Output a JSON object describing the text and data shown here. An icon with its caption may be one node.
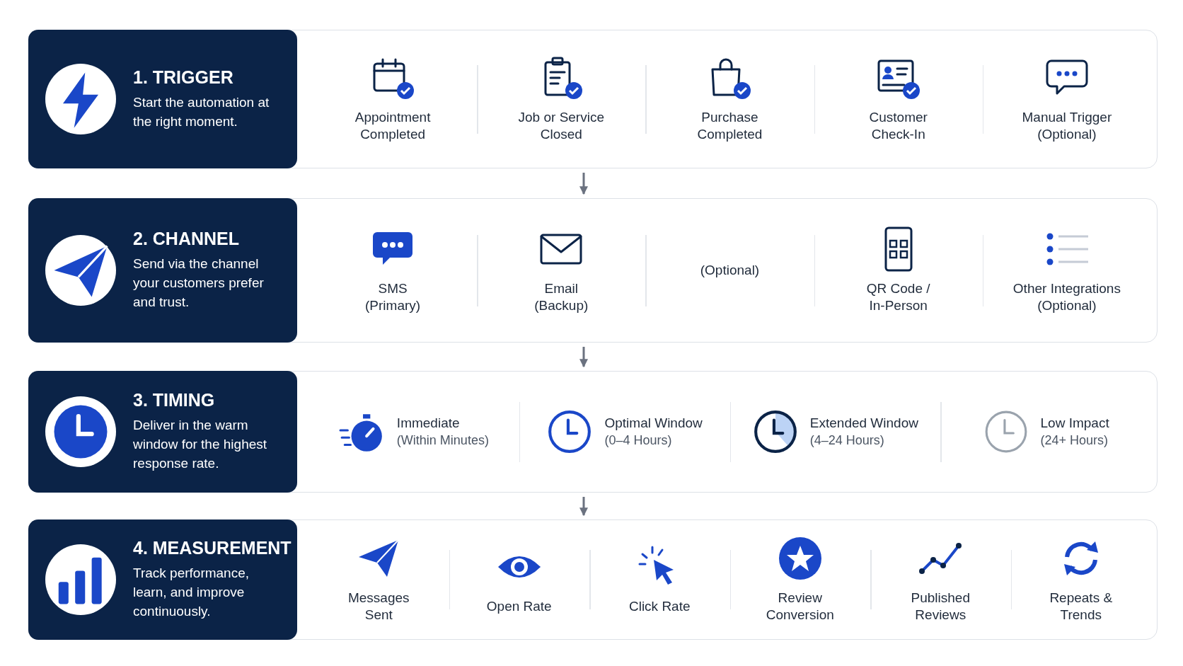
{
  "diagram": {
    "nodes": [
      {
        "text": [],
        "shape": "box"
      },
      {
        "text": [
          "1. TRIGGER",
          "Start the automation at the right moment."
        ],
        "in": 0
      },
      {
        "text": [],
        "shape": "box"
      },
      {
        "text": [
          "2. CHANNEL",
          "Send via the channel your customers prefer and trust."
        ],
        "in": 2
      },
      {
        "text": [],
        "shape": "box"
      },
      {
        "text": [
          "3. TIMING",
          "Deliver in the warm window for the highest response rate."
        ],
        "in": 4
      },
      {
        "text": [],
        "shape": "box"
      },
      {
        "text": [
          "4. MEASUREMENT",
          "Track performance, learn, and improve continuously."
        ],
        "in": 6
      }
    ],
    "edges": [
      {
        "from": 0,
        "to": 2,
        "arrow": "to"
      },
      {
        "from": 2,
        "to": 4,
        "arrow": "to"
      },
      {
        "from": 4,
        "to": 6,
        "arrow": "to"
      }
    ],
    "labels": [
      "Appointment Completed",
      "Job or Service Closed",
      "Purchase Completed",
      "Customer Check-In",
      "Manual Trigger (Optional)",
      "SMS (Primary)",
      "Email (Backup)",
      "(Optional)",
      "QR Code / In-Person",
      "Other Integrations (Optional)",
      "Immediate",
      "(Within Minutes)",
      "Optimal Window",
      "(0–4 Hours)",
      "Extended Window",
      "(4–24 Hours)",
      "Low Impact",
      "(24+ Hours)",
      "Messages Sent",
      "Open Rate",
      "Click Rate",
      "Review Conversion",
      "Published Reviews",
      "Repeats & Trends"
    ]
  }
}
